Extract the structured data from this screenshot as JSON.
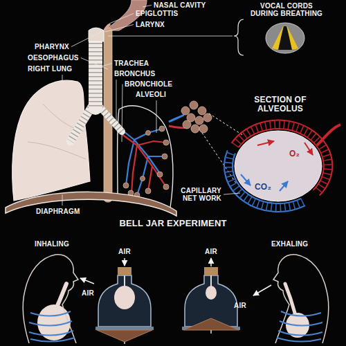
{
  "diagram": {
    "labels": [
      "NASAL CAVITY",
      "VOCAL CORDS DURING BREATHING",
      "EPIGLOTTIS",
      "LARYNX",
      "PHARYNX",
      "OESOPHAGUS",
      "RIGHT LUNG",
      "TRACHEA",
      "BRONCHUS",
      "BRONCHIOLE",
      "ALVEOLI",
      "SECTION OF ALVEOLUS",
      "O₂",
      "CO₂",
      "CAPILLARY NET WORK",
      "DIAPHRAGM",
      "BELL JAR EXPERIMENT",
      "INHALING",
      "AIR",
      "AIR",
      "EXHALING",
      "AIR",
      "AIR"
    ]
  }
}
